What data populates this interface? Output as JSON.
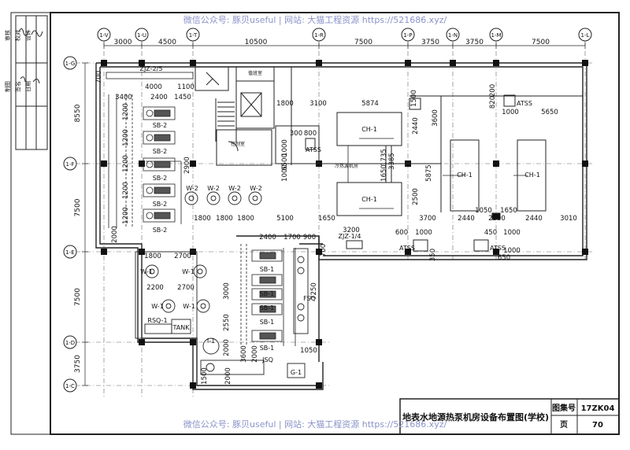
{
  "watermark": "微信公众号: 豚贝useful | 网站: 大猫工程资源 https://521686.xyz/",
  "title_block": {
    "title": "地表水地源热泵机房设备布置图(学校)",
    "atlas_label": "图集号",
    "atlas_no": "17ZK04",
    "page_label": "页",
    "page_no": "70"
  },
  "left_legend": [
    "审核",
    "校对",
    "设计",
    "制图",
    "签名",
    "日期"
  ],
  "axis_bubbles_top": [
    "1-V",
    "1-U",
    "1-T",
    "1-R",
    "1-P",
    "1-N",
    "1-M",
    "1-L"
  ],
  "axis_bubbles_left": [
    "1-G",
    "1-F",
    "1-E",
    "1-D",
    "1-C"
  ],
  "top_dims": [
    "3000",
    "4500",
    "10500",
    "7500",
    "3750",
    "3750",
    "7500"
  ],
  "left_dims": [
    "8550",
    "7500",
    "7500",
    "3750"
  ],
  "equipment": {
    "ch": [
      "CH-1",
      "CH-1",
      "CH-1",
      "CH-1"
    ],
    "sb2": [
      "SB-2",
      "SB-2",
      "SB-2",
      "SB-2",
      "SB-2"
    ],
    "sb1": [
      "SB-1",
      "SB-1",
      "SB-1",
      "SB-1",
      "SB-1"
    ],
    "w2": [
      "W-2",
      "W-2",
      "W-2",
      "W-2"
    ],
    "w1": [
      "W-1",
      "W-1",
      "W-1",
      "W-1"
    ],
    "atss": [
      "ATSS",
      "ATSS",
      "ATSS",
      "ATSS"
    ],
    "zjz25": "ZJZ-2/5",
    "zjz14": "ZJZ-1/4",
    "rsq": "RSQ-1",
    "tank": "TANK",
    "fsq": "FSQ",
    "jsq": "JSQ",
    "g1": "G-1",
    "i1": "I-1"
  },
  "rooms": {
    "office": "值班室",
    "stair": "楼梯",
    "control": "控制室",
    "pump_room": "冷热源机房"
  },
  "dims": {
    "d700": "700",
    "d4000": "4000",
    "d1100": "1100",
    "d3400": "3400",
    "d2400a": "2400",
    "d1450": "1450",
    "d1800a": "1800",
    "d3100": "3100",
    "d5874": "5874",
    "d1500": "1500",
    "d820": "820",
    "d200": "200",
    "d1000a": "1000",
    "d5650": "5650",
    "d300": "300",
    "d800": "800",
    "d1000b": "1000",
    "d6500": "6500",
    "d1000c": "1000",
    "d1650": "1650",
    "d1735": "1735",
    "d3600a": "3600",
    "d2440a": "2440",
    "d3385": "3385",
    "d5875": "5875",
    "d2500": "2500",
    "d1200a": "1200",
    "d1200b": "1200",
    "d1200c": "1200",
    "d1200d": "1200",
    "d1200e": "1200",
    "d2000a": "2000",
    "d2900": "2900",
    "d1800b": "1800",
    "d1800c": "1800",
    "d1800d": "1800",
    "d5100": "5100",
    "d1650b": "1650",
    "d3700": "3700",
    "d2440b": "2440",
    "d1050": "1050",
    "d1650c": "1650",
    "d2500b": "2500",
    "d2440c": "2440",
    "d3010": "3010",
    "d3200": "3200",
    "d600": "600",
    "d1000d": "1000",
    "d450": "450",
    "d1000e": "1000",
    "d2400b": "2400",
    "d1700": "1700",
    "d900": "900",
    "d700b": "700",
    "d350": "350",
    "d650": "650",
    "d1000f": "1000",
    "d1800e": "1800",
    "d2700a": "2700",
    "d2200": "2200",
    "d2700b": "2700",
    "d3000": "3000",
    "d7250": "7250",
    "d2550": "2550",
    "d2000b": "2000",
    "d3600b": "3600",
    "d2000c": "2000",
    "d1500b": "1500",
    "d2000d": "2000",
    "d1050b": "1050"
  },
  "colors": {
    "line": "#1a1a1a",
    "grey": "#555555",
    "watermark": "#8a93c9"
  }
}
